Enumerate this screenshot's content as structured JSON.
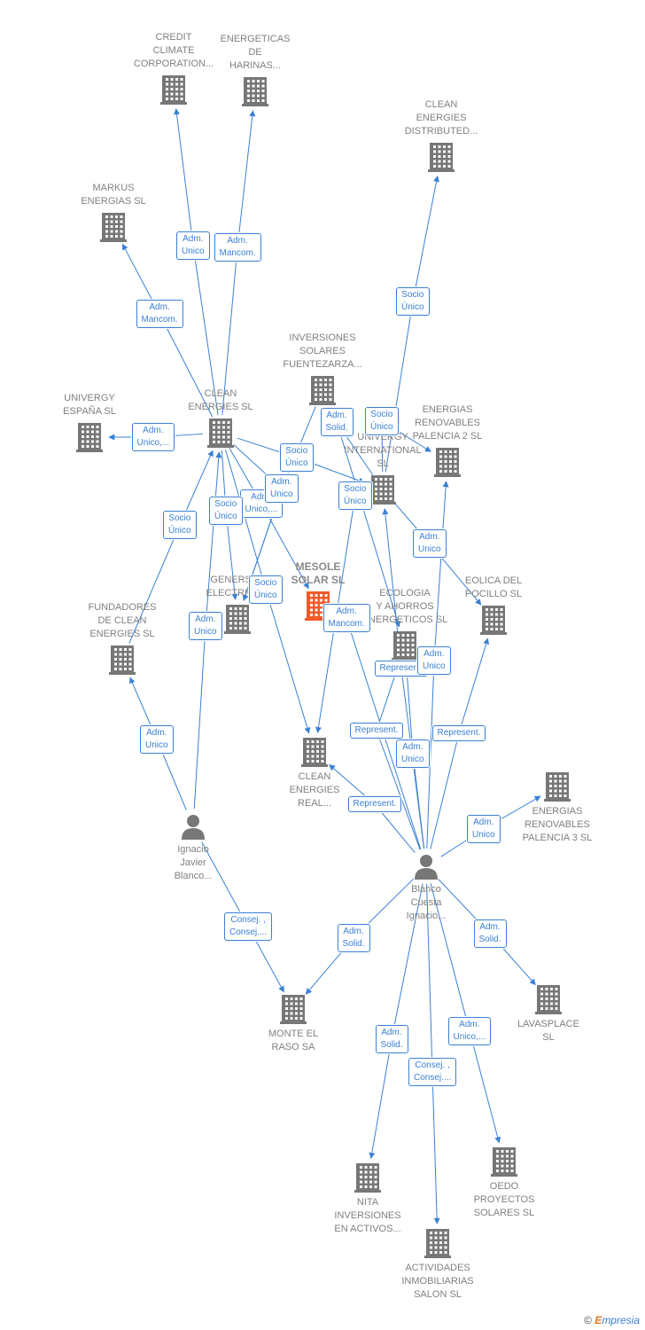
{
  "colors": {
    "edge": "#3a80d4",
    "building": "#777777",
    "building_focus": "#f05a28",
    "person": "#777777",
    "label": "#808080"
  },
  "nodes": [
    {
      "id": "credit",
      "type": "company",
      "label": "CREDIT\nCLIMATE\nCORPORATION..."
    },
    {
      "id": "harinas",
      "type": "company",
      "label": "ENERGETICAS\nDE\nHARINAS..."
    },
    {
      "id": "distributed",
      "type": "company",
      "label": "CLEAN\nENERGIES\nDISTRIBUTED..."
    },
    {
      "id": "markus",
      "type": "company",
      "label": "MARKUS\nENERGIAS SL"
    },
    {
      "id": "fuentezarza",
      "type": "company",
      "label": "INVERSIONES\nSOLARES\nFUENTEZARZA..."
    },
    {
      "id": "clean_energies",
      "type": "company",
      "label": "CLEAN\nENERGIES SL"
    },
    {
      "id": "univergy_espana",
      "type": "company",
      "label": "UNIVERGY\nESPAÑA  SL"
    },
    {
      "id": "palencia2",
      "type": "company",
      "label": "ENERGIAS\nRENOVABLES\nPALENCIA 2 SL"
    },
    {
      "id": "univergy_int",
      "type": "company",
      "label": "UNIVERGY\nINTERNATIONAL\nSL"
    },
    {
      "id": "mesole",
      "type": "focus",
      "label": "MESOLE\nSOLAR  SL"
    },
    {
      "id": "genersol",
      "type": "company",
      "label": "GENERSOL\nELECTRICA..."
    },
    {
      "id": "ecologia",
      "type": "company",
      "label": "ECOLOGIA\nY AHORROS\nENERGETICOS SL"
    },
    {
      "id": "pocillo",
      "type": "company",
      "label": "EOLICA DEL\nPOCILLO SL"
    },
    {
      "id": "fundadores",
      "type": "company",
      "label": "FUNDADORES\nDE CLEAN\nENERGIES SL"
    },
    {
      "id": "clean_real",
      "type": "company",
      "label": "CLEAN\nENERGIES\nREAL..."
    },
    {
      "id": "palencia3",
      "type": "company",
      "label": "ENERGIAS\nRENOVABLES\nPALENCIA 3 SL"
    },
    {
      "id": "ignacio",
      "type": "person",
      "label": "Ignacio\nJavier\nBlanco..."
    },
    {
      "id": "blanco",
      "type": "person",
      "label": "Blanco\nCuesta\nIgnacio..."
    },
    {
      "id": "monte",
      "type": "company",
      "label": "MONTE EL\nRASO SA"
    },
    {
      "id": "lavasplace",
      "type": "company",
      "label": "LAVASPLACE\nSL"
    },
    {
      "id": "nita",
      "type": "company",
      "label": "NITA\nINVERSIONES\nEN ACTIVOS..."
    },
    {
      "id": "oedo",
      "type": "company",
      "label": "OEDO\nPROYECTOS\nSOLARES  SL"
    },
    {
      "id": "actividades",
      "type": "company",
      "label": "ACTIVIDADES\nINMOBILIARIAS\nSALON SL"
    }
  ],
  "relations": [
    {
      "from": "clean_energies",
      "to": "credit",
      "label": "Adm.\nUnico"
    },
    {
      "from": "clean_energies",
      "to": "harinas",
      "label": "Adm.\nMancom."
    },
    {
      "from": "clean_energies",
      "to": "markus",
      "label": "Adm.\nMancom."
    },
    {
      "from": "clean_energies",
      "to": "univergy_espana",
      "label": "Adm.\nUnico,..."
    },
    {
      "from": "univergy_int",
      "to": "distributed",
      "label": "Socio\nÚnico"
    },
    {
      "from": "clean_energies",
      "to": "univergy_int",
      "label": "Socio\nÚnico"
    },
    {
      "from": "clean_energies",
      "to": "genersol",
      "label": "Adm.\nUnico"
    },
    {
      "from": "clean_energies",
      "to": "mesole",
      "label": "Adm.\nUnico,..."
    },
    {
      "from": "clean_energies",
      "to": "genersol",
      "label": "Socio\nÚnico"
    },
    {
      "from": "clean_energies",
      "to": "clean_real",
      "label": "Socio\nÚnico"
    },
    {
      "from": "fuentezarza",
      "to": "genersol",
      "label": "Adm.\nUnico"
    },
    {
      "from": "univergy_int",
      "to": "ecologia",
      "label": "Adm.\nSolid."
    },
    {
      "from": "univergy_int",
      "to": "clean_real",
      "label": "Socio\nÚnico"
    },
    {
      "from": "univergy_int",
      "to": "pocillo",
      "label": "Adm.\nUnico"
    },
    {
      "from": "fundadores",
      "to": "clean_energies",
      "label": "Socio\nÚnico"
    },
    {
      "from": "ignacio",
      "to": "fundadores",
      "label": "Adm.\nUnico"
    },
    {
      "from": "ignacio",
      "to": "clean_energies",
      "label": "Adm.\nUnico"
    },
    {
      "from": "ignacio",
      "to": "monte",
      "label": "Consej. ,\nConsej...."
    },
    {
      "from": "blanco",
      "to": "mesole",
      "label": "Adm.\nMancom."
    },
    {
      "from": "blanco",
      "to": "ecologia",
      "label": "Represent."
    },
    {
      "from": "blanco",
      "to": "ecologia",
      "label": "Adm.\nUnico"
    },
    {
      "from": "blanco",
      "to": "univergy_int",
      "label": "Represent."
    },
    {
      "from": "blanco",
      "to": "palencia2",
      "label": "Adm.\nUnico"
    },
    {
      "from": "blanco",
      "to": "pocillo",
      "label": "Represent."
    },
    {
      "from": "blanco",
      "to": "clean_real",
      "label": "Represent."
    },
    {
      "from": "blanco",
      "to": "palencia3",
      "label": "Adm.\nUnico"
    },
    {
      "from": "blanco",
      "to": "monte",
      "label": "Adm.\nSolid."
    },
    {
      "from": "blanco",
      "to": "lavasplace",
      "label": "Adm.\nSolid."
    },
    {
      "from": "blanco",
      "to": "nita",
      "label": "Adm.\nSolid."
    },
    {
      "from": "blanco",
      "to": "oedo",
      "label": "Adm.\nUnico,..."
    },
    {
      "from": "blanco",
      "to": "actividades",
      "label": "Consej. ,\nConsej...."
    },
    {
      "from": "univergy_int",
      "to": "palencia2",
      "label": "Socio\nÚnico"
    }
  ],
  "footer": {
    "copyright": "©",
    "brand_e": "E",
    "brand_rest": "mpresia"
  }
}
